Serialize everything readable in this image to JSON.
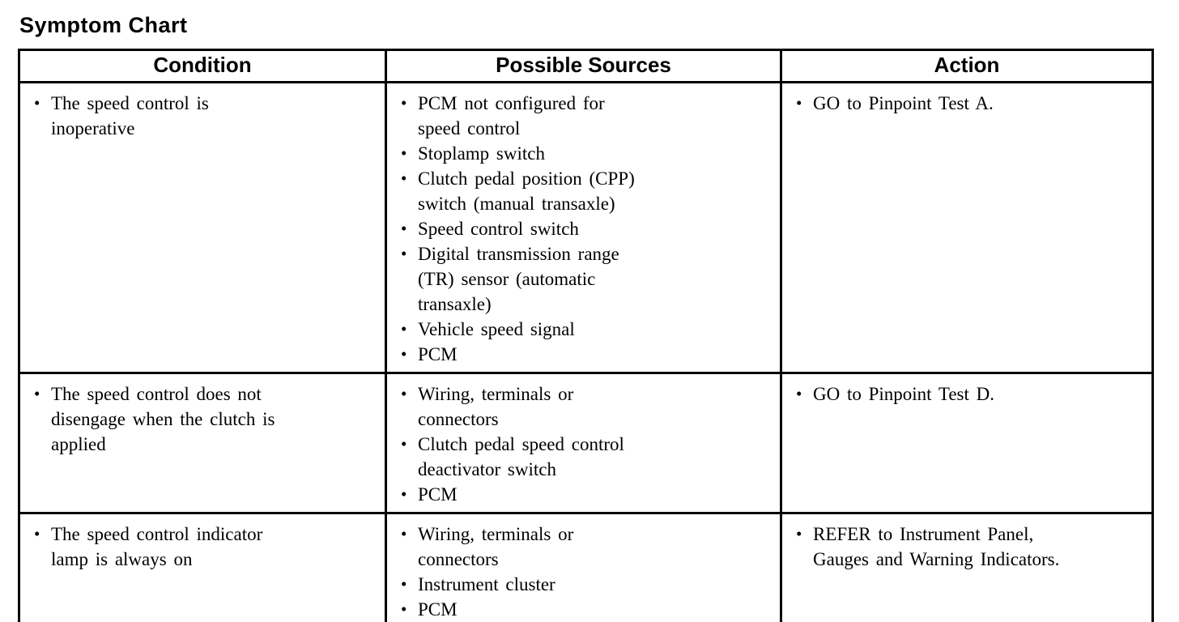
{
  "page": {
    "title": "Symptom Chart"
  },
  "table": {
    "headers": [
      "Condition",
      "Possible Sources",
      "Action"
    ],
    "rows": [
      {
        "condition": [
          "The speed control is\ninoperative"
        ],
        "sources": [
          "PCM not configured for\nspeed control",
          "Stoplamp switch",
          "Clutch pedal position (CPP)\nswitch (manual transaxle)",
          "Speed control switch",
          "Digital transmission range\n(TR) sensor (automatic\ntransaxle)",
          "Vehicle speed signal",
          "PCM"
        ],
        "action": [
          "GO to Pinpoint Test A."
        ]
      },
      {
        "condition": [
          "The speed control does not\ndisengage when the clutch is\napplied"
        ],
        "sources": [
          "Wiring, terminals or\nconnectors",
          "Clutch pedal speed control\ndeactivator switch",
          "PCM"
        ],
        "action": [
          "GO to Pinpoint Test D."
        ]
      },
      {
        "condition": [
          "The speed control indicator\nlamp is always on"
        ],
        "sources": [
          "Wiring, terminals or\nconnectors",
          "Instrument cluster",
          "PCM"
        ],
        "action": [
          "REFER to Instrument Panel,\nGauges and Warning Indicators."
        ]
      }
    ]
  }
}
